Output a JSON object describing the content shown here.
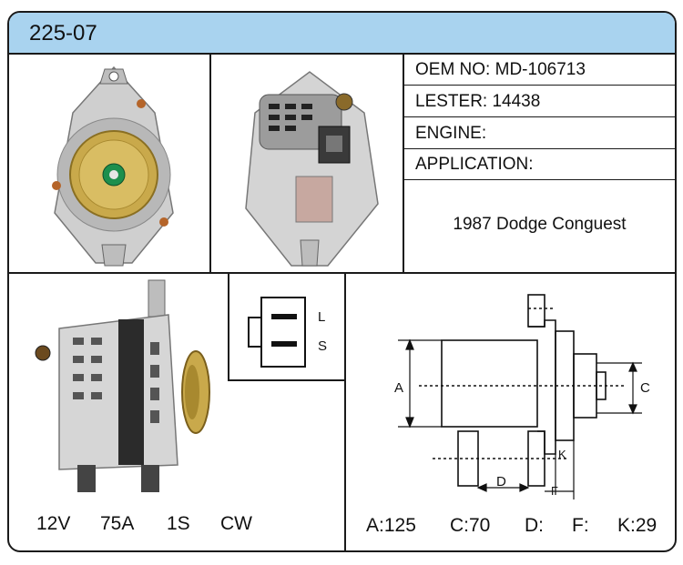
{
  "title": "225-07",
  "specs": {
    "oem_label": "OEM NO:",
    "oem_value": "MD-106713",
    "lester_label": "LESTER:",
    "lester_value": "14438",
    "engine_label": "ENGINE:",
    "engine_value": "",
    "application_label": "APPLICATION:",
    "application_value": "1987 Dodge Conguest"
  },
  "connector": {
    "pin_top": "L",
    "pin_bottom": "S"
  },
  "electrical": {
    "voltage": "12V",
    "amperage": "75A",
    "pulley": "1S",
    "rotation": "CW"
  },
  "dimensions": {
    "a": "A:125",
    "c": "C:70",
    "d": "D:",
    "f": "F:",
    "k": "K:29"
  },
  "diagram_labels": {
    "a": "A",
    "c": "C",
    "d": "D",
    "f": "F",
    "k": "K"
  },
  "colors": {
    "header": "#a9d3ef",
    "border": "#1a1a1a"
  }
}
